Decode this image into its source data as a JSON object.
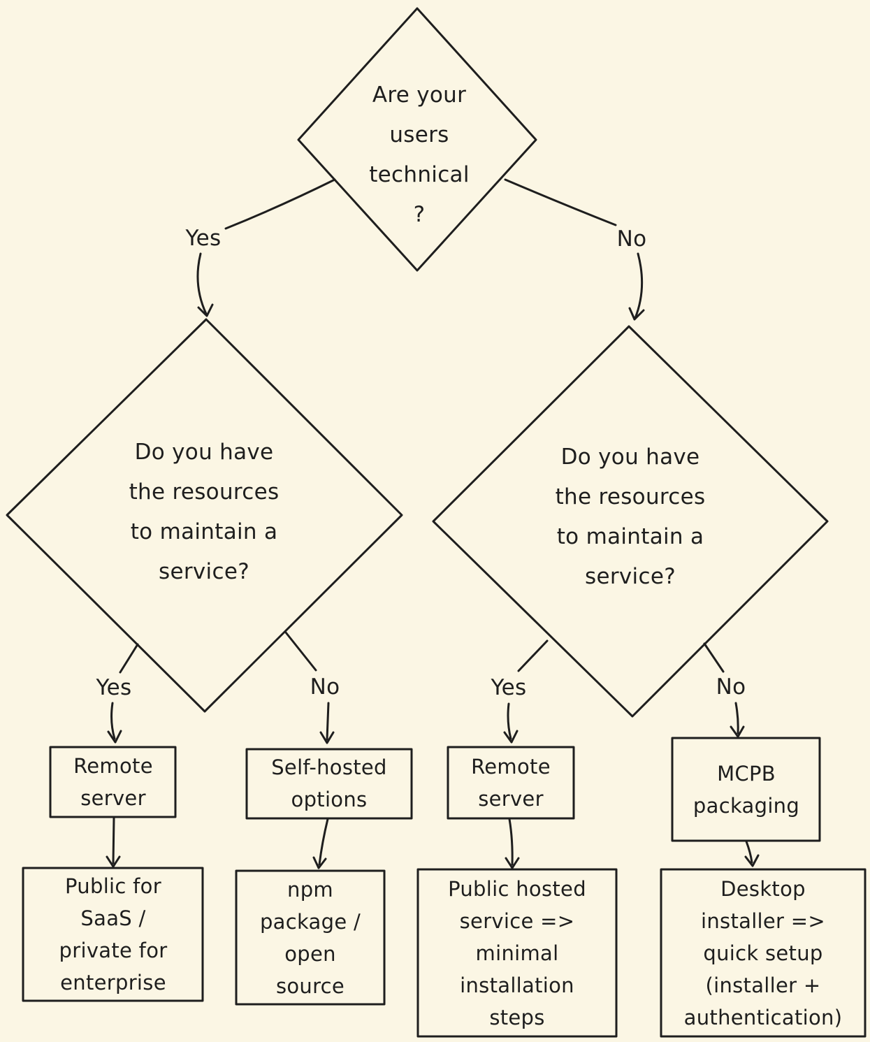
{
  "diagram": {
    "background": "#FBF6E4",
    "stroke_color": "#1E1E1E",
    "type": "flowchart",
    "nodes": {
      "root": {
        "shape": "diamond",
        "text": "Are your\nusers\ntechnical\n?"
      },
      "left_decision": {
        "shape": "diamond",
        "text": "Do you have\nthe resources\nto maintain a\nservice?"
      },
      "right_decision": {
        "shape": "diamond",
        "text": "Do you have\nthe resources\nto maintain a\nservice?"
      },
      "remote_server_left": {
        "shape": "rect",
        "text": "Remote\nserver"
      },
      "self_hosted_options": {
        "shape": "rect",
        "text": "Self-hosted\noptions"
      },
      "remote_server_right": {
        "shape": "rect",
        "text": "Remote\nserver"
      },
      "mcpb_packaging": {
        "shape": "rect",
        "text": "MCPB\npackaging"
      },
      "public_saas": {
        "shape": "rect",
        "text": "Public for\nSaaS /\nprivate for\nenterprise"
      },
      "npm_open_source": {
        "shape": "rect",
        "text": "npm\npackage /\nopen\nsource"
      },
      "public_hosted_service": {
        "shape": "rect",
        "text": "Public hosted\nservice =>\nminimal\ninstallation\nsteps"
      },
      "desktop_installer": {
        "shape": "rect",
        "text": "Desktop\ninstaller =>\nquick setup\n(installer +\nauthentication)"
      }
    },
    "edge_labels": {
      "root_yes": "Yes",
      "root_no": "No",
      "left_yes": "Yes",
      "left_no": "No",
      "right_yes": "Yes",
      "right_no": "No"
    }
  }
}
